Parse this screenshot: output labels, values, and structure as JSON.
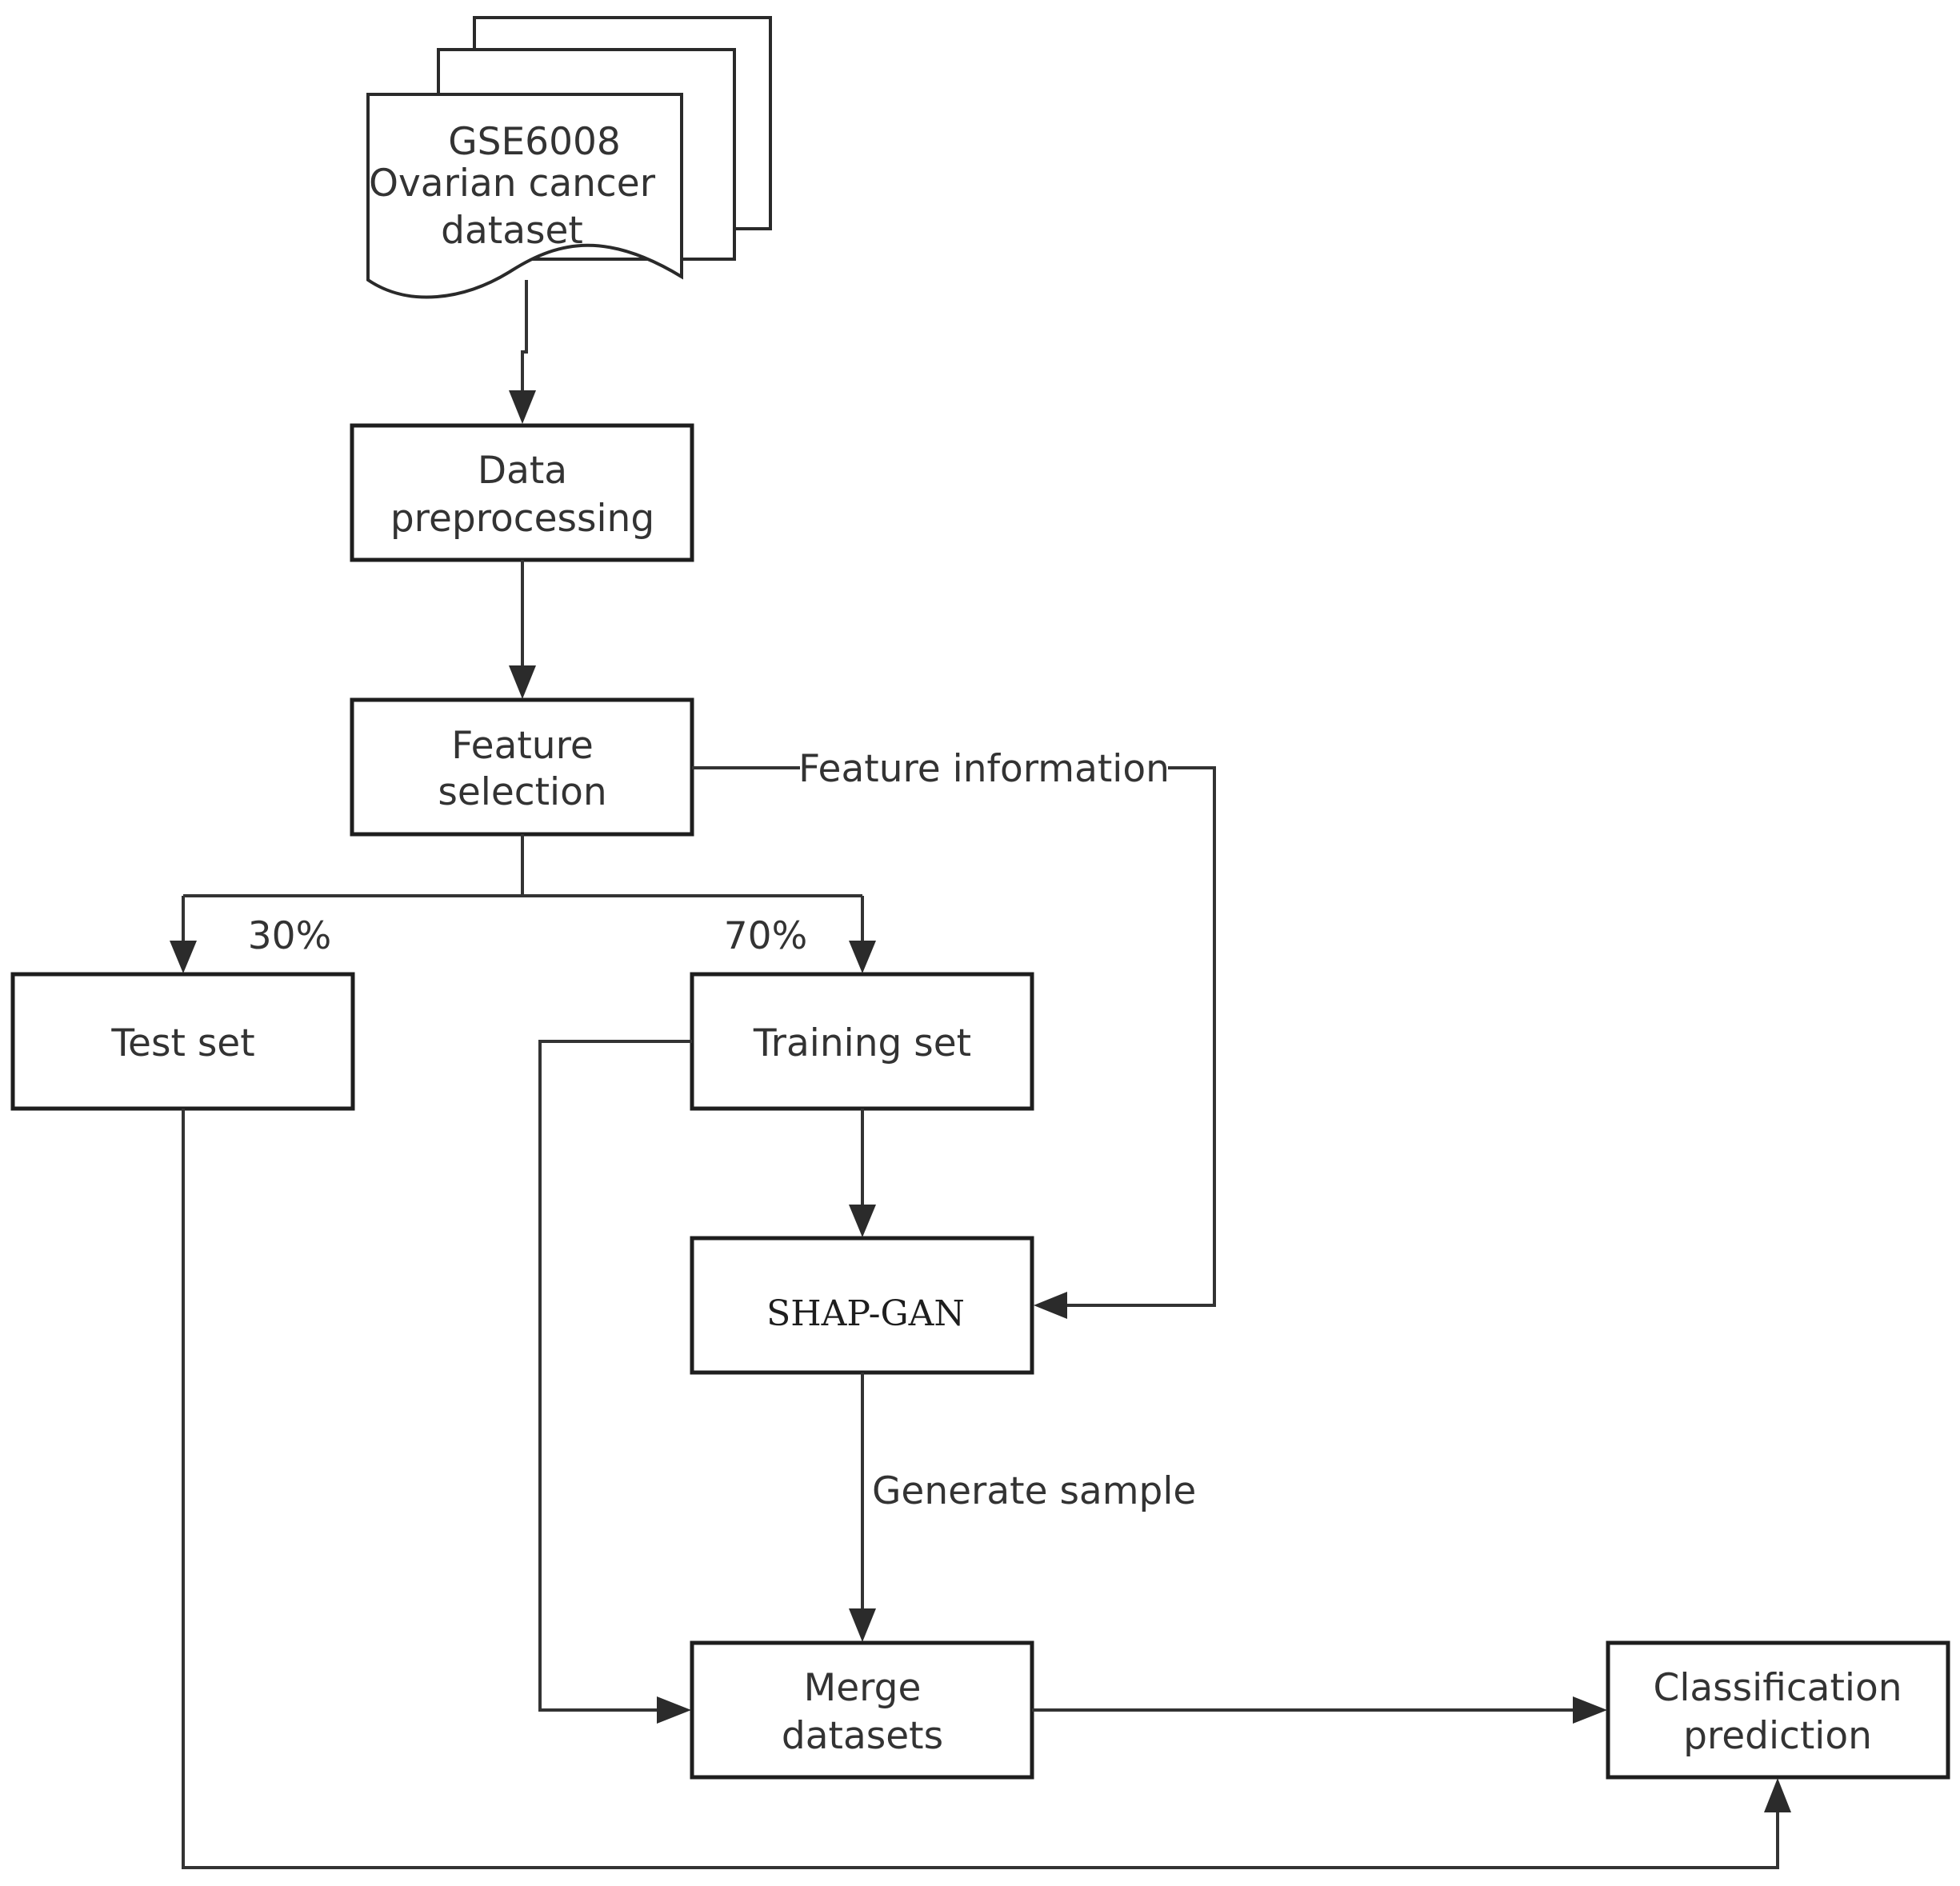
{
  "nodes": {
    "dataset": {
      "lines": [
        "GSE6008",
        "Ovarian cancer",
        "dataset"
      ]
    },
    "preprocessing": {
      "lines": [
        "Data",
        "preprocessing"
      ]
    },
    "feature_selection": {
      "lines": [
        "Feature",
        "selection"
      ]
    },
    "test_set": {
      "lines": [
        "Test set"
      ]
    },
    "training_set": {
      "lines": [
        "Training set"
      ]
    },
    "shap_gan": {
      "lines": [
        "SHAP-GAN"
      ]
    },
    "merge": {
      "lines": [
        "Merge",
        "datasets"
      ]
    },
    "classification": {
      "lines": [
        "Classification",
        "prediction"
      ]
    }
  },
  "edge_labels": {
    "feature_information": "Feature information",
    "split_test": "30%",
    "split_train": "70%",
    "generate_sample": "Generate sample"
  },
  "colors": {
    "stroke": "#1e1e1e",
    "text": "#333333",
    "background": "#ffffff"
  }
}
